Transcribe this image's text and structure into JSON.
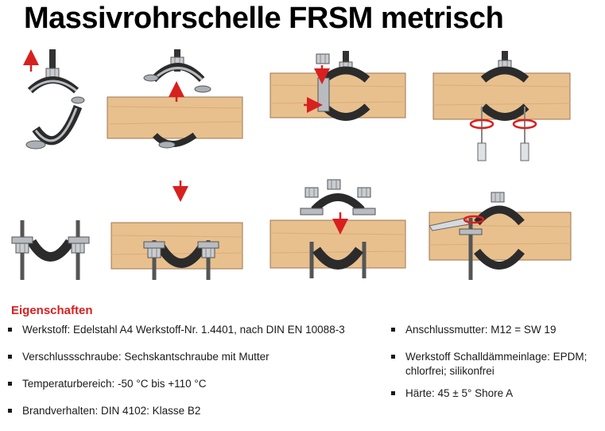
{
  "title": "Massivrohrschelle FRSM metrisch",
  "section_heading": "Eigenschaften",
  "properties_left": [
    "Werkstoff: Edelstahl A4 Werkstoff-Nr. 1.4401, nach DIN EN 10088-3",
    "Verschlussschraube: Sechskantschraube mit Mutter",
    "Temperaturbereich: -50 °C bis +110 °C",
    "Brandverhalten: DIN 4102: Klasse B2"
  ],
  "properties_right": [
    "Anschlussmutter: M12 = SW 19",
    "Werkstoff Schalldämmeinlage: EPDM; chlorfrei; silikonfrei",
    "Härte: 45 ± 5° Shore A"
  ],
  "colors": {
    "heading": "#d8201f",
    "arrow": "#d8201f",
    "wood": "#e8c08e",
    "wood_edge": "#9c7650",
    "rubber": "#2b2b2b",
    "metal": "#b8bcc0"
  },
  "illustration_icons": [
    "pipe-clamp-open-step-icon",
    "pipe-clamp-place-step-icon",
    "pipe-clamp-insert-screws-step-icon",
    "pipe-clamp-tighten-step-icon",
    "pipe-clamp-base-step-icon",
    "pipe-clamp-pipe-on-base-step-icon",
    "pipe-clamp-lower-top-step-icon",
    "pipe-clamp-wrench-step-icon"
  ]
}
